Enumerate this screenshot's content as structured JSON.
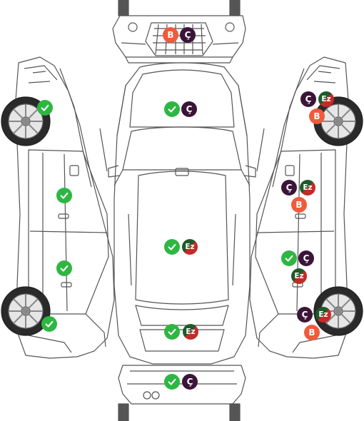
{
  "colors": {
    "ok": "#2db742",
    "cizik": "#3b1538",
    "ez_top": "#1f5a2a",
    "ez_bottom": "#c42a27",
    "boyali": "#f15a3a",
    "outline": "#555555"
  },
  "badges": {
    "ok_icon": "check-icon",
    "cizik_label": "Ç",
    "ez_label": "Ez",
    "boyali_label": "B"
  },
  "parts": {
    "front_bumper": [
      "boyali",
      "cizik"
    ],
    "hood": [
      "ok",
      "cizik"
    ],
    "roof": [
      "ok",
      "ez"
    ],
    "trunk": [
      "ok",
      "ez"
    ],
    "rear_bumper": [
      "ok",
      "cizik"
    ],
    "left_front_fender": [
      "ok"
    ],
    "left_front_door": [
      "ok"
    ],
    "left_rear_door": [
      "ok"
    ],
    "left_rear_fender": [
      "ok"
    ],
    "right_front_fender": [
      "cizik",
      "ez",
      "boyali"
    ],
    "right_front_door": [
      "cizik",
      "ez",
      "boyali"
    ],
    "right_rear_door": [
      "ok",
      "cizik",
      "ez"
    ],
    "right_rear_fender": [
      "cizik",
      "ez",
      "boyali"
    ]
  }
}
